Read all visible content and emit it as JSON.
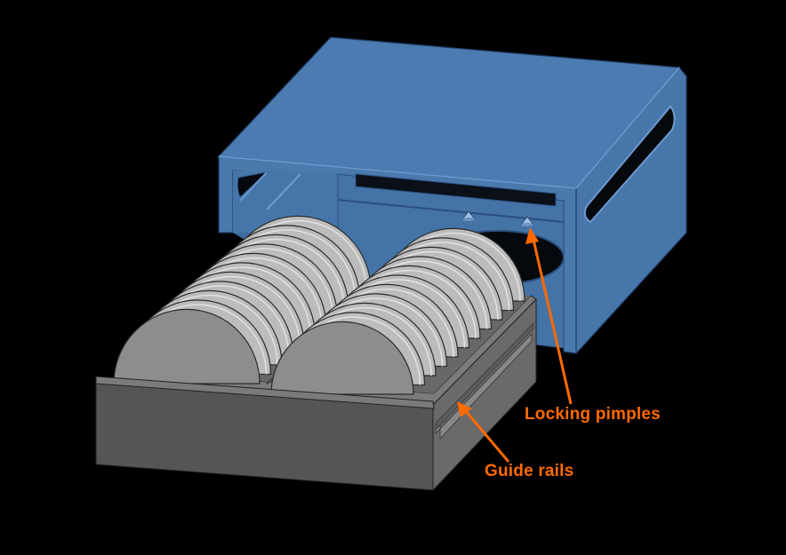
{
  "figure": {
    "subject": "Wafer storage box with sliding drawer",
    "colors": {
      "background": "#000000",
      "housing": "#4a79ad",
      "housing_dark": "#3d6898",
      "housing_edge": "#1e3c63",
      "drawer_front": "#5a5a5a",
      "drawer_side": "#6b6b6b",
      "drawer_top": "#7a7a7a",
      "wafer": "#bdbdbd",
      "wafer_face": "#8e8e8e",
      "annotation": "#ff6a00"
    },
    "wafer_rows": 2,
    "wafers_per_row": 11
  },
  "annotations": [
    {
      "id": "locking-pimples",
      "label": "Locking pimples"
    },
    {
      "id": "guide-rails",
      "label": "Guide rails"
    }
  ]
}
